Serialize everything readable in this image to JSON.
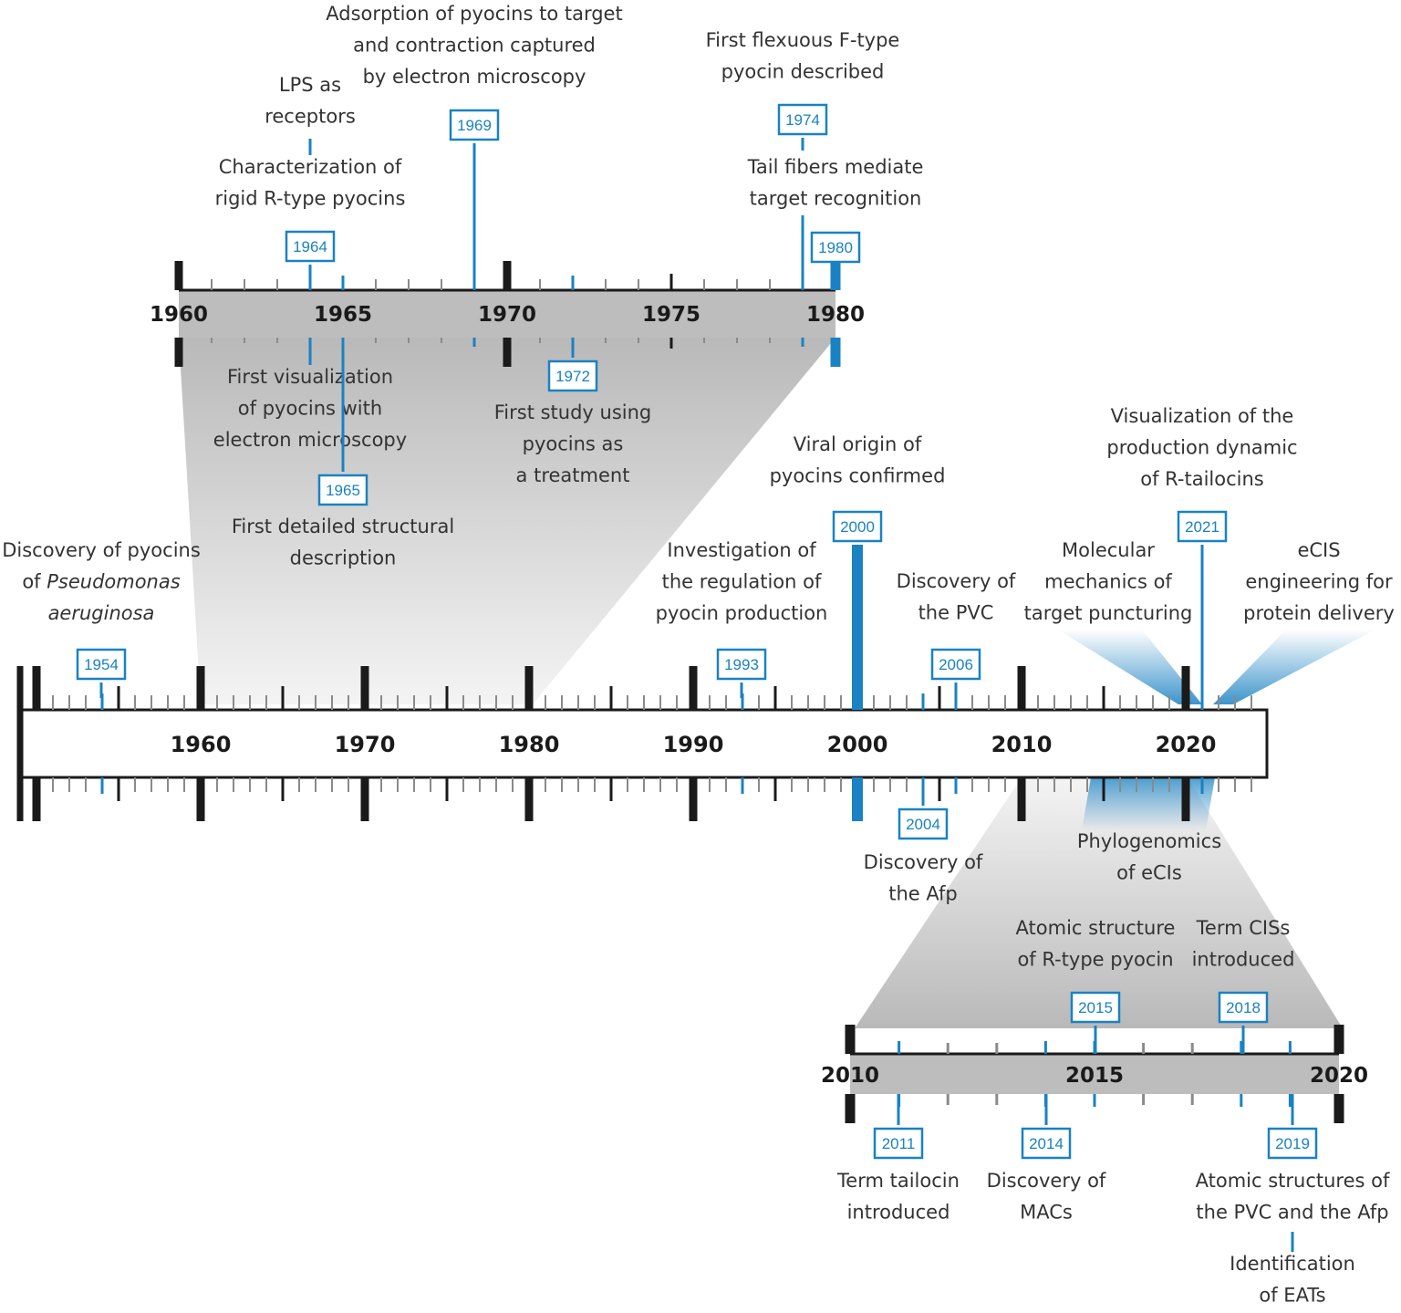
{
  "colors": {
    "accent": "#1a82c2",
    "dark": "#1a1a1a",
    "text": "#333333",
    "band": "#c8c8c8"
  },
  "main_axis": {
    "labels": [
      "1960",
      "1970",
      "1980",
      "1990",
      "2000",
      "2010",
      "2020"
    ]
  },
  "zoom_top": {
    "labels": [
      "1960",
      "1965",
      "1970",
      "1975",
      "1980"
    ]
  },
  "zoom_bottom": {
    "labels": [
      "2010",
      "2015",
      "2020"
    ]
  },
  "events": [
    {
      "id": "e1954",
      "year": "1954",
      "lines": [
        "Discovery of pyocins",
        "of Pseudomonas",
        "aeruginosa"
      ]
    },
    {
      "id": "e1993",
      "year": "1993",
      "lines": [
        "Investigation of",
        "the regulation of",
        "pyocin production"
      ]
    },
    {
      "id": "e2000",
      "year": "2000",
      "lines": [
        "Viral origin of",
        "pyocins confirmed"
      ]
    },
    {
      "id": "e2004",
      "year": "2004",
      "lines": [
        "Discovery of",
        "the Afp"
      ]
    },
    {
      "id": "e2006",
      "year": "2006",
      "lines": [
        "Discovery of",
        "the PVC"
      ]
    },
    {
      "id": "e2021",
      "year": "2021",
      "lines": [
        "Visualization of the",
        "production dynamic",
        "of R-tailocins"
      ]
    },
    {
      "id": "e2021a",
      "year": "",
      "lines": [
        "Molecular",
        "mechanics of",
        "target puncturing"
      ]
    },
    {
      "id": "e2021b",
      "year": "",
      "lines": [
        "eCIS",
        "engineering for",
        "protein delivery"
      ]
    },
    {
      "id": "e2020p",
      "year": "",
      "lines": [
        "Phylogenomics",
        "of eCIs"
      ]
    },
    {
      "id": "e1964",
      "year": "1964",
      "lines": [
        "Characterization of",
        "rigid R-type pyocins"
      ]
    },
    {
      "id": "e1964b",
      "year": "",
      "lines": [
        "LPS as",
        "receptors"
      ]
    },
    {
      "id": "e1965v",
      "year": "",
      "lines": [
        "First visualization",
        "of pyocins with",
        "electron microscopy"
      ]
    },
    {
      "id": "e1965",
      "year": "1965",
      "lines": [
        "First detailed structural",
        "description"
      ]
    },
    {
      "id": "e1969",
      "year": "1969",
      "lines": [
        "Adsorption of pyocins to target",
        "and contraction captured",
        "by electron microscopy"
      ]
    },
    {
      "id": "e1972",
      "year": "1972",
      "lines": [
        "First study using",
        "pyocins as",
        "a treatment"
      ]
    },
    {
      "id": "e1974",
      "year": "1974",
      "lines": [
        "First flexuous F-type",
        "pyocin described"
      ]
    },
    {
      "id": "e1980",
      "year": "1980",
      "lines": [
        "Tail fibers mediate",
        "target recognition"
      ]
    },
    {
      "id": "e2011",
      "year": "2011",
      "lines": [
        "Term tailocin",
        "introduced"
      ]
    },
    {
      "id": "e2014",
      "year": "2014",
      "lines": [
        "Discovery of",
        "MACs"
      ]
    },
    {
      "id": "e2015",
      "year": "2015",
      "lines": [
        "Atomic structure",
        "of R-type pyocin"
      ]
    },
    {
      "id": "e2018",
      "year": "2018",
      "lines": [
        "Term CISs",
        "introduced"
      ]
    },
    {
      "id": "e2019",
      "year": "2019",
      "lines": [
        "Atomic structures of",
        "the PVC and the Afp"
      ]
    },
    {
      "id": "e2019b",
      "year": "",
      "lines": [
        "Identification",
        "of EATs"
      ]
    }
  ]
}
